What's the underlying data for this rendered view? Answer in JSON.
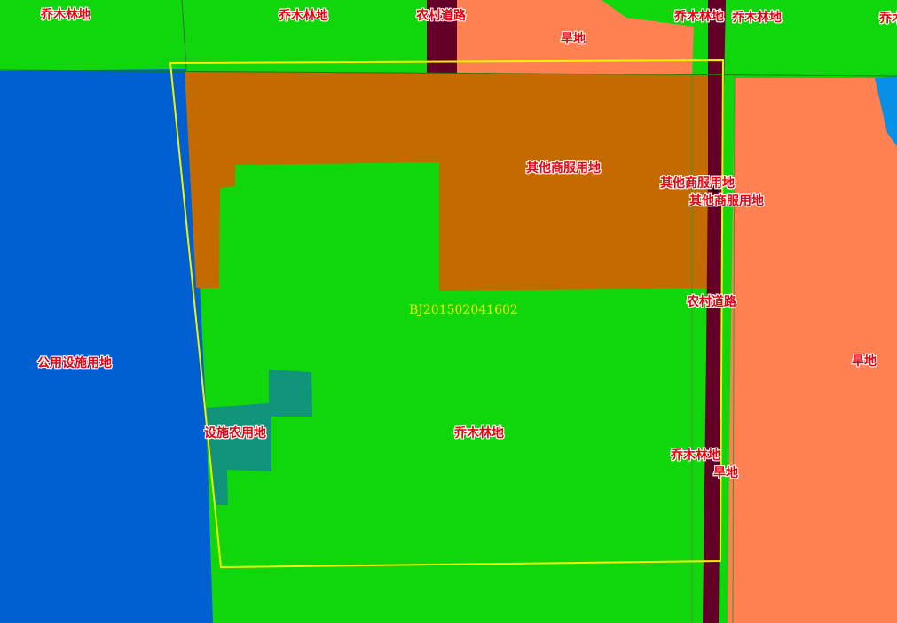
{
  "colors": {
    "forest": "#10d70c",
    "public_facility": "#0060d2",
    "commercial": "#c36b00",
    "rural_road": "#640028",
    "dry_land": "#ff8050",
    "facility_agri": "#10947a",
    "water": "#0a8fe6",
    "boundary": "#f0f000",
    "label_text": "#e8000f",
    "parcel_code_text": "#f0f000"
  },
  "labels": {
    "forest_top_1": "乔木林地",
    "forest_top_2": "乔木林地",
    "road_top": "农村道路",
    "dry_top": "旱地",
    "forest_top_3": "乔木林地",
    "forest_top_4": "乔木林地",
    "forest_top_5": "乔木",
    "commercial_1": "其他商服用地",
    "commercial_2": "其他商服用地",
    "commercial_3": "其他商服用地",
    "road_mid": "农村道路",
    "public_facility": "公用设施用地",
    "dry_right": "旱地",
    "facility_agri": "设施农用地",
    "forest_center": "乔木林地",
    "forest_bottom_right": "乔木林地",
    "dry_bottom": "旱地"
  },
  "parcel": {
    "code": "BJ201502041602"
  }
}
